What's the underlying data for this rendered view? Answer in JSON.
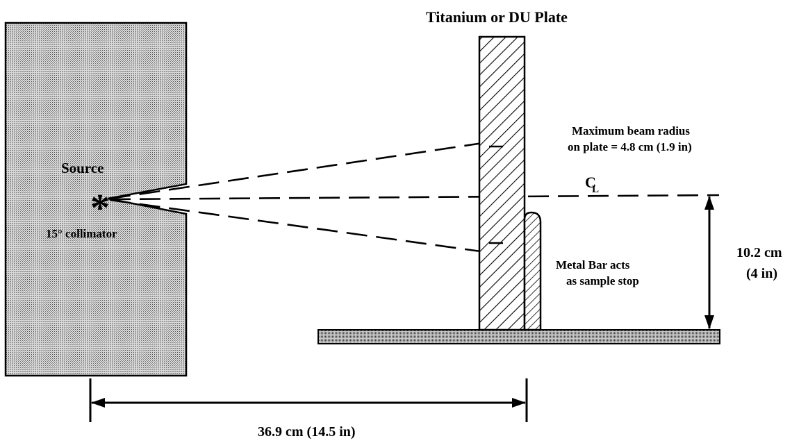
{
  "labels": {
    "plate_title": "Titanium or DU Plate",
    "beam_radius_line1": "Maximum beam radius",
    "beam_radius_line2": "on plate = 4.8 cm (1.9 in)",
    "centerline": "C",
    "centerline_sub": "L",
    "source": "Source",
    "collimator": "15° collimator",
    "bar_line1": "Metal Bar acts",
    "bar_line2": "as sample stop",
    "height_value": "10.2 cm",
    "height_in": "(4 in)",
    "distance": "36.9 cm (14.5 in)",
    "source_marker": "*"
  },
  "colors": {
    "ink": "#000000",
    "source_fill": "#bdbdbd",
    "base_fill": "#a8a8a8",
    "background": "#ffffff"
  }
}
